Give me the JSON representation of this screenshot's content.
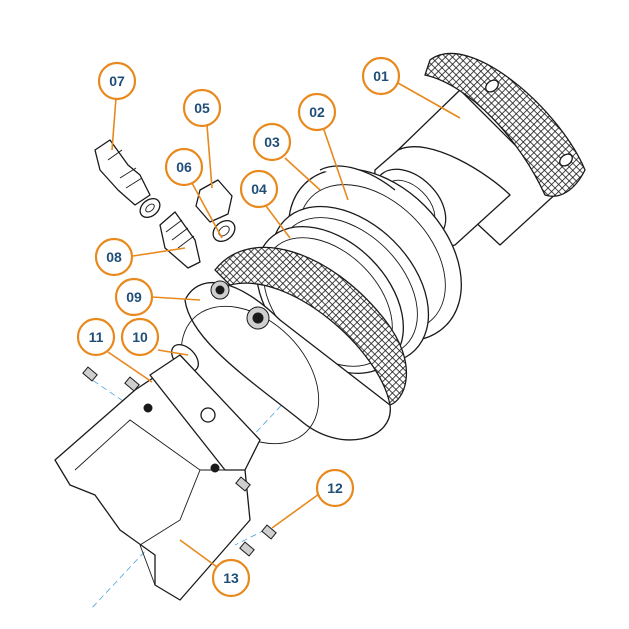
{
  "diagram": {
    "callouts": [
      {
        "id": "01",
        "label": "01"
      },
      {
        "id": "02",
        "label": "02"
      },
      {
        "id": "03",
        "label": "03"
      },
      {
        "id": "04",
        "label": "04"
      },
      {
        "id": "05",
        "label": "05"
      },
      {
        "id": "06",
        "label": "06"
      },
      {
        "id": "07",
        "label": "07"
      },
      {
        "id": "08",
        "label": "08"
      },
      {
        "id": "09",
        "label": "09"
      },
      {
        "id": "10",
        "label": "10"
      },
      {
        "id": "11",
        "label": "11"
      },
      {
        "id": "12",
        "label": "12"
      },
      {
        "id": "13",
        "label": "13"
      }
    ],
    "colors": {
      "callout_ring": "#e8891d",
      "callout_text": "#1f4e79",
      "axis_line": "#4aa3d9",
      "outline": "#1a1a1a"
    }
  }
}
